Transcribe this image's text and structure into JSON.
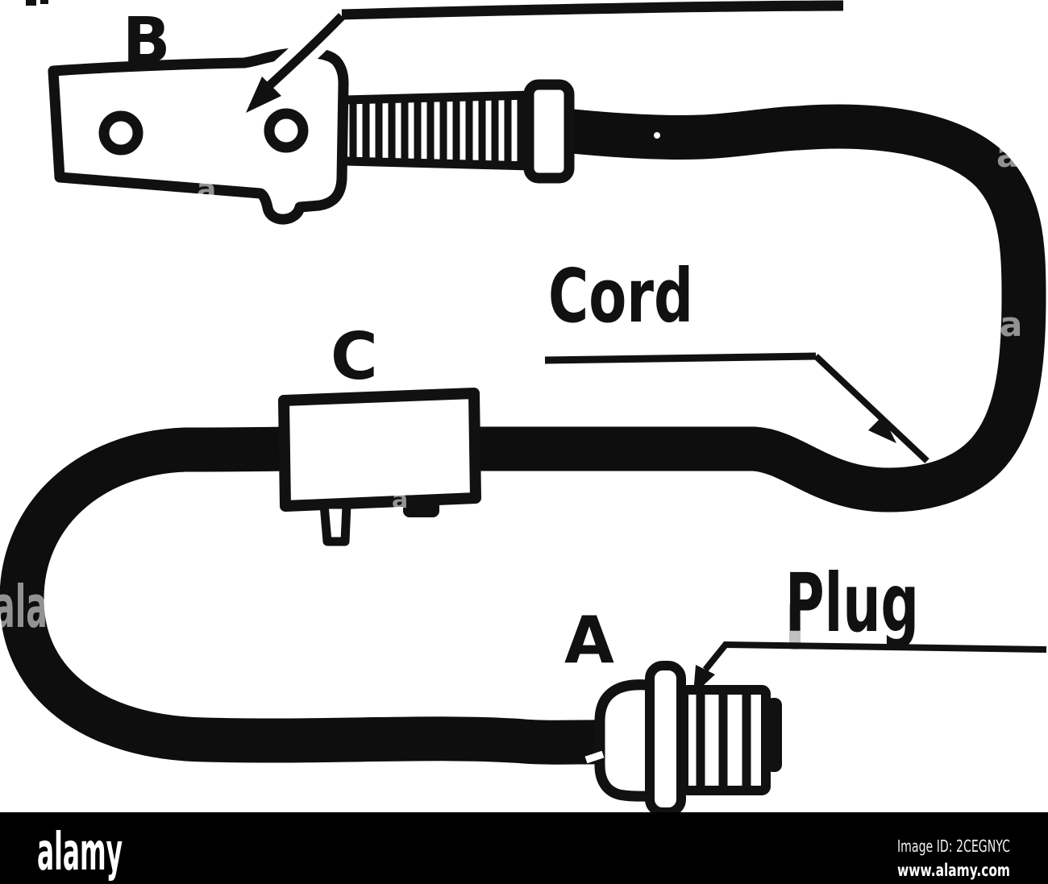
{
  "figure": {
    "labels": {
      "terminal": "B",
      "switch": "C",
      "plug_letter": "A",
      "cord": "Cord",
      "plug": "Plug"
    }
  },
  "watermarks": {
    "tile_word": "alamy",
    "tile_letter": "a",
    "footer_logo": "alamy",
    "image_id": "Image ID: 2CEGNYC",
    "url": "www.alamy.com"
  },
  "colors": {
    "ink": "#111111",
    "background": "#ffffff",
    "footer_bg": "#000000",
    "footer_text": "#ffffff"
  }
}
